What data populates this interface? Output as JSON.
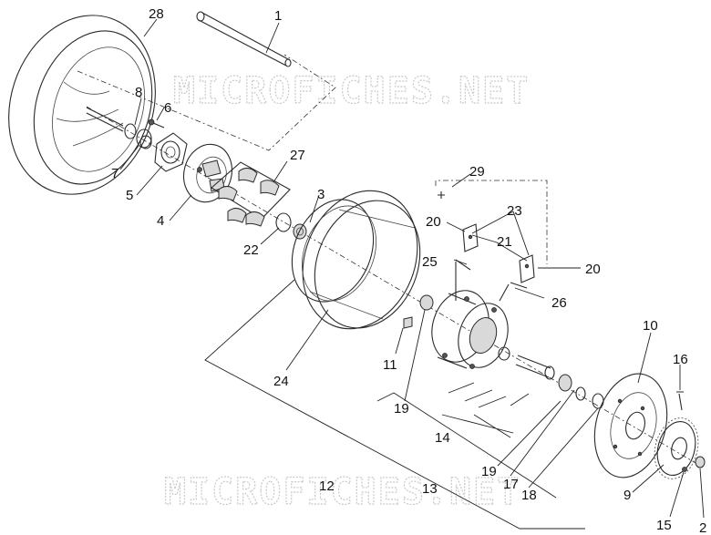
{
  "watermark": {
    "text_top": "MICROFICHES.NET",
    "text_bottom": "MICROFICHES.NET"
  },
  "callouts": [
    {
      "id": "c1",
      "label": "1"
    },
    {
      "id": "c2",
      "label": "2"
    },
    {
      "id": "c3",
      "label": "3"
    },
    {
      "id": "c4",
      "label": "4"
    },
    {
      "id": "c5",
      "label": "5"
    },
    {
      "id": "c6",
      "label": "6"
    },
    {
      "id": "c7",
      "label": "7"
    },
    {
      "id": "c8",
      "label": "8"
    },
    {
      "id": "c9",
      "label": "9"
    },
    {
      "id": "c10",
      "label": "10"
    },
    {
      "id": "c11",
      "label": "11"
    },
    {
      "id": "c12",
      "label": "12"
    },
    {
      "id": "c13",
      "label": "13"
    },
    {
      "id": "c14",
      "label": "14"
    },
    {
      "id": "c15",
      "label": "15"
    },
    {
      "id": "c16",
      "label": "16"
    },
    {
      "id": "c17",
      "label": "17"
    },
    {
      "id": "c18",
      "label": "18"
    },
    {
      "id": "c19a",
      "label": "19"
    },
    {
      "id": "c19b",
      "label": "19"
    },
    {
      "id": "c20a",
      "label": "20"
    },
    {
      "id": "c20b",
      "label": "20"
    },
    {
      "id": "c21",
      "label": "21"
    },
    {
      "id": "c22",
      "label": "22"
    },
    {
      "id": "c23",
      "label": "23"
    },
    {
      "id": "c24",
      "label": "24"
    },
    {
      "id": "c25",
      "label": "25"
    },
    {
      "id": "c26",
      "label": "26"
    },
    {
      "id": "c27",
      "label": "27"
    },
    {
      "id": "c28",
      "label": "28"
    },
    {
      "id": "c29",
      "label": "29"
    }
  ]
}
